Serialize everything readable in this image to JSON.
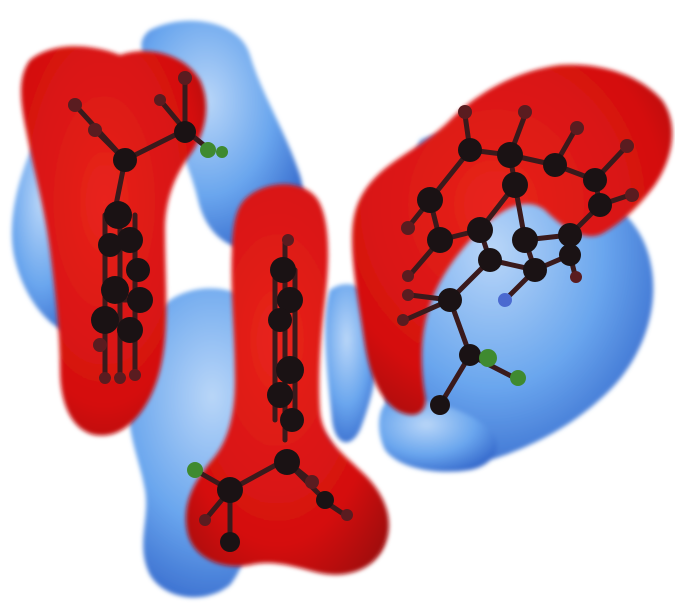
{
  "image": {
    "background": "#ffffff",
    "colors": {
      "positive_surface": "#d40f0f",
      "positive_surface_dark": "#9e0606",
      "negative_surface": "#6aa6ee",
      "negative_surface_dark": "#2f62c8",
      "negative_surface_light": "#a9ccf6",
      "carbon_atom": "#1a1214",
      "hydrogen_atom": "#5a1c20",
      "bond": "#3a1a1c",
      "fluorine_atom": "#3f8a30",
      "nitrogen_atom": "#4b6ad0"
    },
    "molecules": [
      {
        "name": "molecule-left"
      },
      {
        "name": "molecule-center"
      },
      {
        "name": "molecule-right"
      }
    ]
  }
}
